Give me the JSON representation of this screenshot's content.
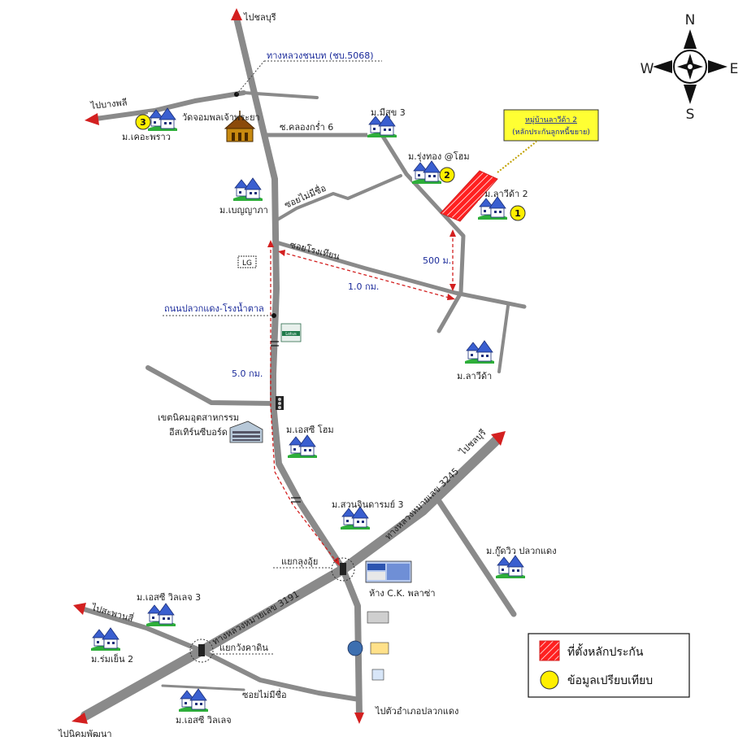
{
  "compass": {
    "north": "N",
    "south": "S",
    "east": "E",
    "west": "W"
  },
  "roads": {
    "to_chonburi_top": "ไปชลบุรี",
    "to_bang_pla_pakong": "ไปบางพลี",
    "to_chonburi_right": "ไปชลบุรี",
    "to_sa_phan_sam": "ไปสะพานสี่",
    "to_nikhom_phatthana": "ไปนิคมพัฒนา",
    "to_amphoe_pluak_daeng": "ไปตัวอำเภอปลวกแดง",
    "highway_5068": "ทางหลวงชนบท (ชบ.5068)",
    "soi_khlong_kra_6": "ซ.คลองกร่ำ 6",
    "soi_mai_mi_chue_top": "ซอยไม่มีชื่อ",
    "soi_rong_thian": "ซอยโรงเทียน",
    "road_pluak_daeng": "ถนนปลวกแดง-โรงน้ำตาล",
    "highway_3245": "ทางหลวงหมายเลข 3245",
    "highway_3191": "ทางหลวงหมายเลข 3191",
    "soi_mai_mi_chue_bottom": "ซอยไม่มีชื่อ",
    "junction_lung_yai": "แยกลุงอุ้ย",
    "junction_wang_khae_din": "แยกวังคาดิน"
  },
  "places": {
    "temple": "วัดจอมพลเจ้าพระยา",
    "lg": "LG",
    "lotus": "Lotus",
    "industrial_estate_line1": "เขตนิคมอุตสาหกรรม",
    "industrial_estate_line2": "อีสเทิร์นซีบอร์ด",
    "mall": "ห้าง C.K. พลาซ่า"
  },
  "villages": {
    "laddawan": "ม.เคอะพราว",
    "mi_suk_3": "ม.มีสุข 3",
    "rung_thong": "ม.รุ่งทอง @โฮม",
    "lavida_2": "ม.ลาวีด้า 2",
    "benyapha": "ม.เบญญาภา",
    "lavida": "ม.ลาวีด้า",
    "eastern_home": "ม.เอสซี โฮม",
    "suan_chinda_3": "ม.สวนจินดารมย์ 3",
    "city_view": "ม.กู๊ดวิว ปลวกแดง",
    "sc_village_3": "ม.เอสซี วิลเลจ 3",
    "rom_yen_2": "ม.ร่มเย็น 2",
    "sc_village": "ม.เอสซี วิลเลจ"
  },
  "markers": {
    "m1": "1",
    "m2": "2",
    "m3": "3"
  },
  "distances": {
    "d500": "500 ม.",
    "d1km": "1.0 กม.",
    "d5km": "5.0 กม."
  },
  "callout": {
    "line1": "หมู่บ้านลาวีด้า 2",
    "line2": "(หลักประกันลูกหนี้ขยาย)"
  },
  "legend": {
    "collateral": "ที่ตั้งหลักประกัน",
    "comparison": "ข้อมูลเปรียบเทียบ"
  },
  "colors": {
    "road": "#8a8a8a",
    "arrow": "#d32020",
    "marker": "#ffef00",
    "distance": "#d32020",
    "callout_bg": "#ffff33"
  }
}
